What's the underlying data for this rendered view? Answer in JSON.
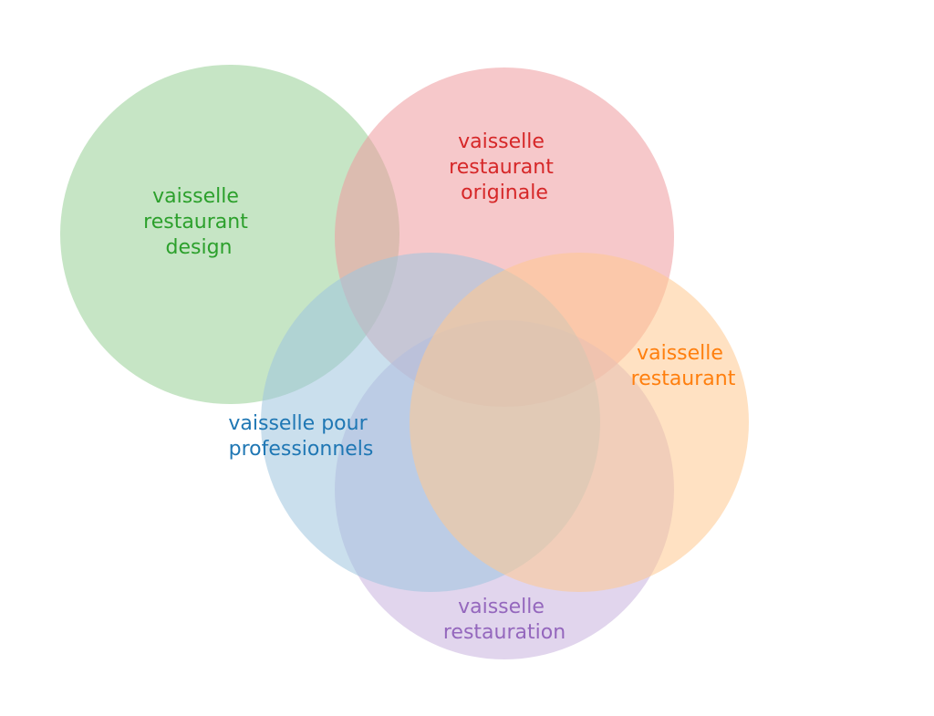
{
  "diagram": {
    "type": "venn",
    "sets": [
      {
        "id": "design",
        "label_lines": [
          "vaisselle",
          "restaurant",
          "design"
        ],
        "fill": "#98d095",
        "text_color": "#2ca02c"
      },
      {
        "id": "originale",
        "label_lines": [
          "vaisselle",
          "restaurant",
          "originale"
        ],
        "fill": "#ee9a9e",
        "text_color": "#d62728"
      },
      {
        "id": "restaurant",
        "label_lines": [
          "vaisselle",
          "restaurant"
        ],
        "fill": "#ffc890",
        "text_color": "#ff7f0e"
      },
      {
        "id": "professionnels",
        "label_lines": [
          "vaisselle pour",
          "professionnels"
        ],
        "fill": "#9ec5df",
        "text_color": "#1f77b4"
      },
      {
        "id": "restauration",
        "label_lines": [
          "vaisselle",
          "restauration"
        ],
        "fill": "#c8b3df",
        "text_color": "#9467bd"
      }
    ]
  }
}
